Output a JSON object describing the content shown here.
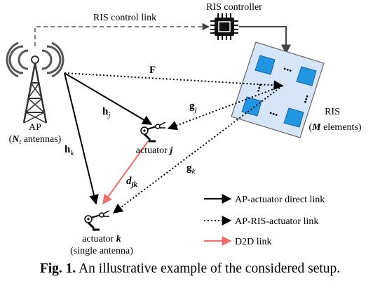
{
  "labels": {
    "ris_control_link": "RIS control link",
    "ris_controller": "RIS controller",
    "ap_name": "AP",
    "ap_detail_open": "(",
    "ap_detail_var": "N",
    "ap_detail_sub": "t",
    "ap_detail_rest": " antennas)",
    "ris_name": "RIS",
    "ris_detail_open": "(",
    "ris_detail_var": "M",
    "ris_detail_rest": " elements)",
    "actuator_j_prefix": "actuator ",
    "actuator_j_var": "j",
    "actuator_k_prefix": "actuator ",
    "actuator_k_var": "k",
    "single_antenna": "(single antenna)",
    "F": "F",
    "h_j_main": "h",
    "h_j_sub": "j",
    "h_k_main": "h",
    "h_k_sub": "k",
    "g_j_main": "g",
    "g_j_sub": "j",
    "g_k_main": "g",
    "g_k_sub": "k",
    "d_main": "d",
    "d_sub": "jk",
    "ellipsis": "•••"
  },
  "legend": {
    "direct": "AP-actuator direct link",
    "ris": "AP-RIS-actuator link",
    "d2d": "D2D link"
  },
  "caption": {
    "fig": "Fig. 1.",
    "text": " An illustrative example of the considered setup."
  },
  "colors": {
    "ris_panel": "#d6e6f8",
    "ris_element": "#2196e3",
    "d2d": "#f06d6d",
    "control_link": "#666666"
  }
}
